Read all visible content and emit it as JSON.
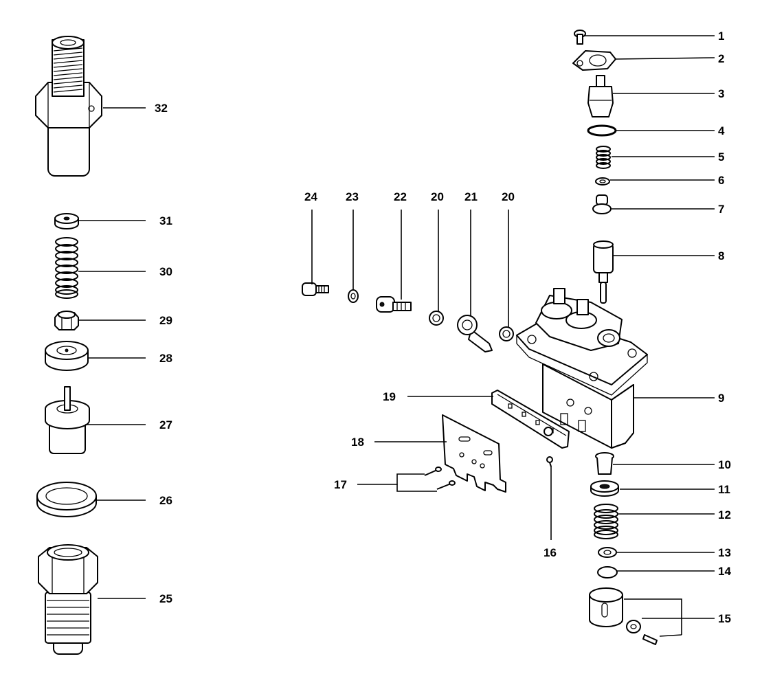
{
  "diagram": {
    "callouts": [
      "1",
      "2",
      "3",
      "4",
      "5",
      "6",
      "7",
      "8",
      "9",
      "10",
      "11",
      "12",
      "13",
      "14",
      "15",
      "16",
      "17",
      "18",
      "19",
      "20",
      "21",
      "20",
      "22",
      "23",
      "24",
      "25",
      "26",
      "27",
      "28",
      "29",
      "30",
      "31",
      "32"
    ]
  }
}
